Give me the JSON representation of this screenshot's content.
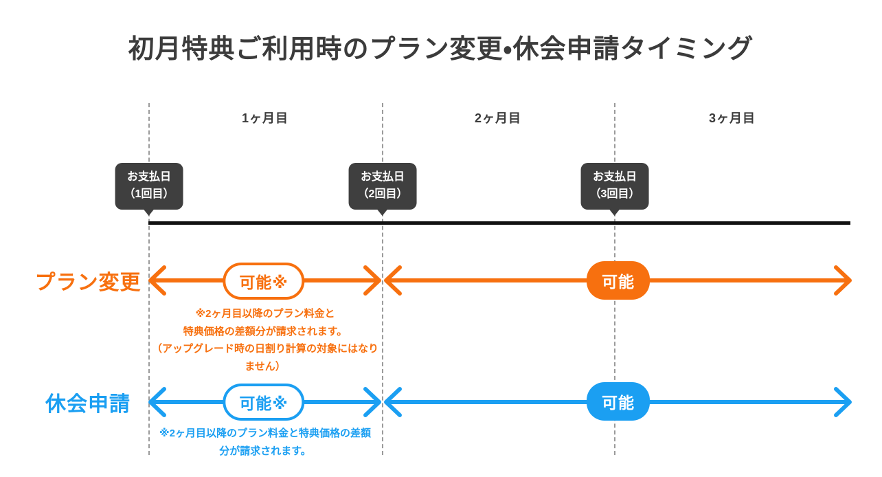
{
  "title": "初月特典ご利用時のプラン変更・休会申請タイミング",
  "colors": {
    "plan_change_accent": "#f7700f",
    "suspension_accent": "#1b9ff2",
    "payment_bubble_bg": "#3f3f3f",
    "timeline_line": "#111111",
    "divider_dash": "#9b9b9b",
    "heading_text": "#3b3b3b"
  },
  "months": [
    {
      "label": "1ヶ月目"
    },
    {
      "label": "2ヶ月目"
    },
    {
      "label": "3ヶ月目"
    }
  ],
  "payments": [
    {
      "line1": "お支払日",
      "line2": "（1回目）"
    },
    {
      "line1": "お支払日",
      "line2": "（2回目）"
    },
    {
      "line1": "お支払日",
      "line2": "（3回目）"
    }
  ],
  "rows": {
    "plan_change": {
      "label": "プラン変更",
      "segment1_badge": "可能※",
      "segment2_badge": "可能",
      "note_lines": [
        "※2ヶ月目以降のプラン料金と",
        "特典価格の差額分が請求されます。",
        "（アップグレード時の日割り計算の対象にはなり",
        "ません）"
      ]
    },
    "suspension": {
      "label": "休会申請",
      "segment1_badge": "可能※",
      "segment2_badge": "可能",
      "note_lines": [
        "※2ヶ月目以降のプラン料金と特典価格の差額",
        "分が請求されます。"
      ]
    }
  }
}
